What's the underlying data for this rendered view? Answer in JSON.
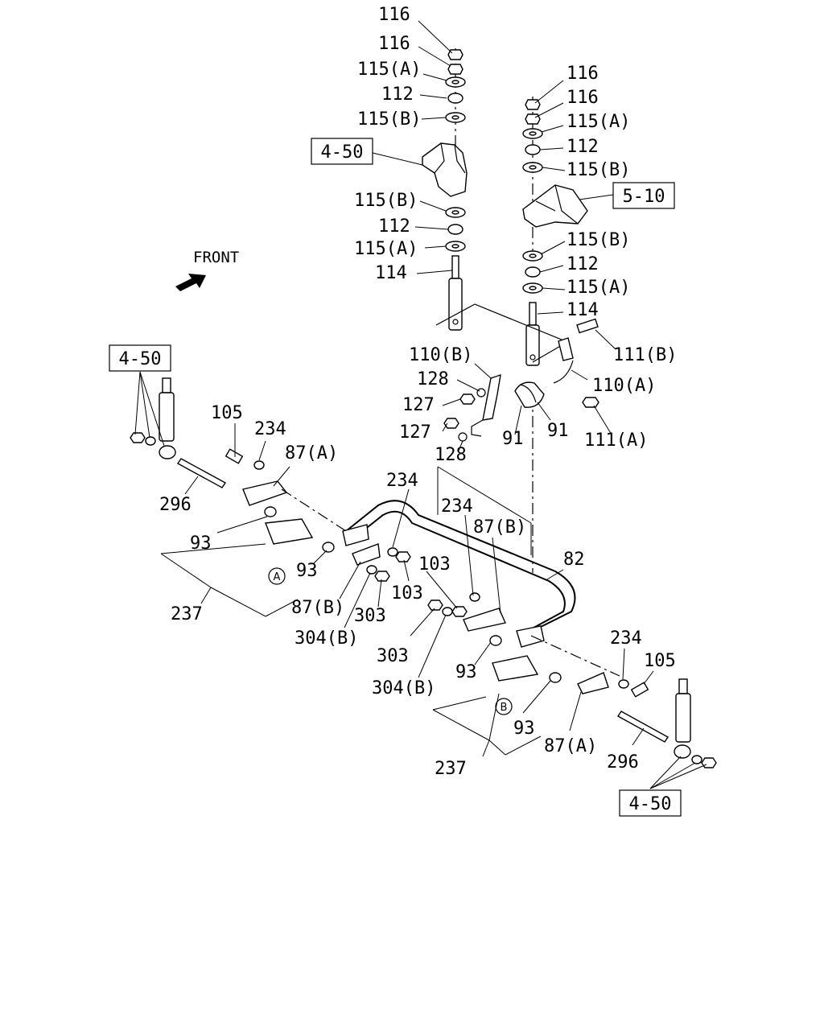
{
  "front_label": "FRONT",
  "refs": {
    "ref_top_left": "4-50",
    "ref_top_right": "5-10",
    "ref_left": "4-50",
    "ref_bottom_right": "4-50"
  },
  "circle_markers": {
    "a": "A",
    "b": "B"
  },
  "callouts": {
    "c116a": "116",
    "c116b": "116",
    "c115a1": "115(A)",
    "c112a": "112",
    "c115b1": "115(B)",
    "c115b2": "115(B)",
    "c112b": "112",
    "c115a2": "115(A)",
    "c114a": "114",
    "c116c": "116",
    "c116d": "116",
    "c115a3": "115(A)",
    "c112c": "112",
    "c115b3": "115(B)",
    "c115b4": "115(B)",
    "c112d": "112",
    "c115a4": "115(A)",
    "c114b": "114",
    "c111b": "111(B)",
    "c110b": "110(B)",
    "c128a": "128",
    "c110a": "110(A)",
    "c127a": "127",
    "c127b": "127",
    "c91a": "91",
    "c91b": "91",
    "c111a": "111(A)",
    "c128b": "128",
    "c105a": "105",
    "c234a": "234",
    "c87a1": "87(A)",
    "c296a": "296",
    "c234b": "234",
    "c234c": "234",
    "c87b1": "87(B)",
    "c93a": "93",
    "c93b": "93",
    "c103a": "103",
    "c103b": "103",
    "c82": "82",
    "c87b2": "87(B)",
    "c304b1": "304(B)",
    "c303a": "303",
    "c237a": "237",
    "c303b": "303",
    "c304b2": "304(B)",
    "c234d": "234",
    "c105b": "105",
    "c93c": "93",
    "c93d": "93",
    "c87a2": "87(A)",
    "c296b": "296",
    "c237b": "237"
  }
}
